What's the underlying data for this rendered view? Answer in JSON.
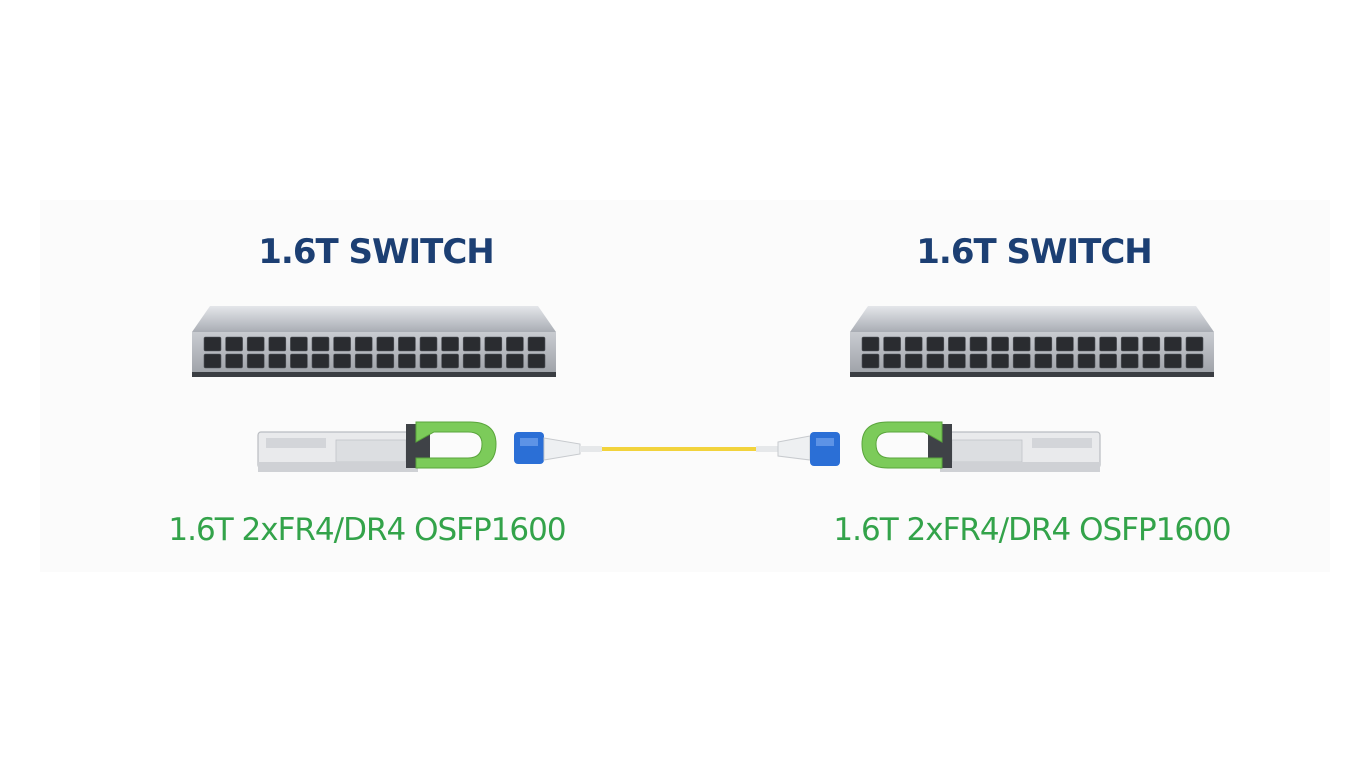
{
  "diagram": {
    "left": {
      "switch_title": "1.6T SWITCH",
      "module_label": "1.6T 2xFR4/DR4 OSFP1600"
    },
    "right": {
      "switch_title": "1.6T SWITCH",
      "module_label": "1.6T 2xFR4/DR4 OSFP1600"
    },
    "colors": {
      "switch_title": "#1c3f73",
      "module_label": "#33a34a",
      "transceiver_latch": "#7ccb5a",
      "fiber": "#f2d33c",
      "connector": "#2b6fd6"
    },
    "icons": {
      "switch": "network-switch-icon",
      "transceiver": "osfp-transceiver-icon",
      "cable": "lc-fiber-patch-cable-icon"
    }
  }
}
